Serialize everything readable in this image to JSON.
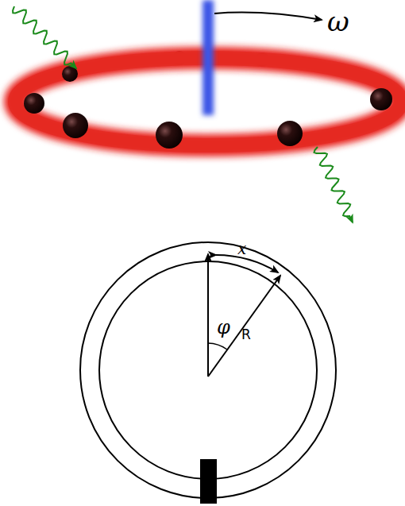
{
  "diagram": {
    "labels": [
      "ω",
      "x",
      "φ",
      "R"
    ]
  }
}
